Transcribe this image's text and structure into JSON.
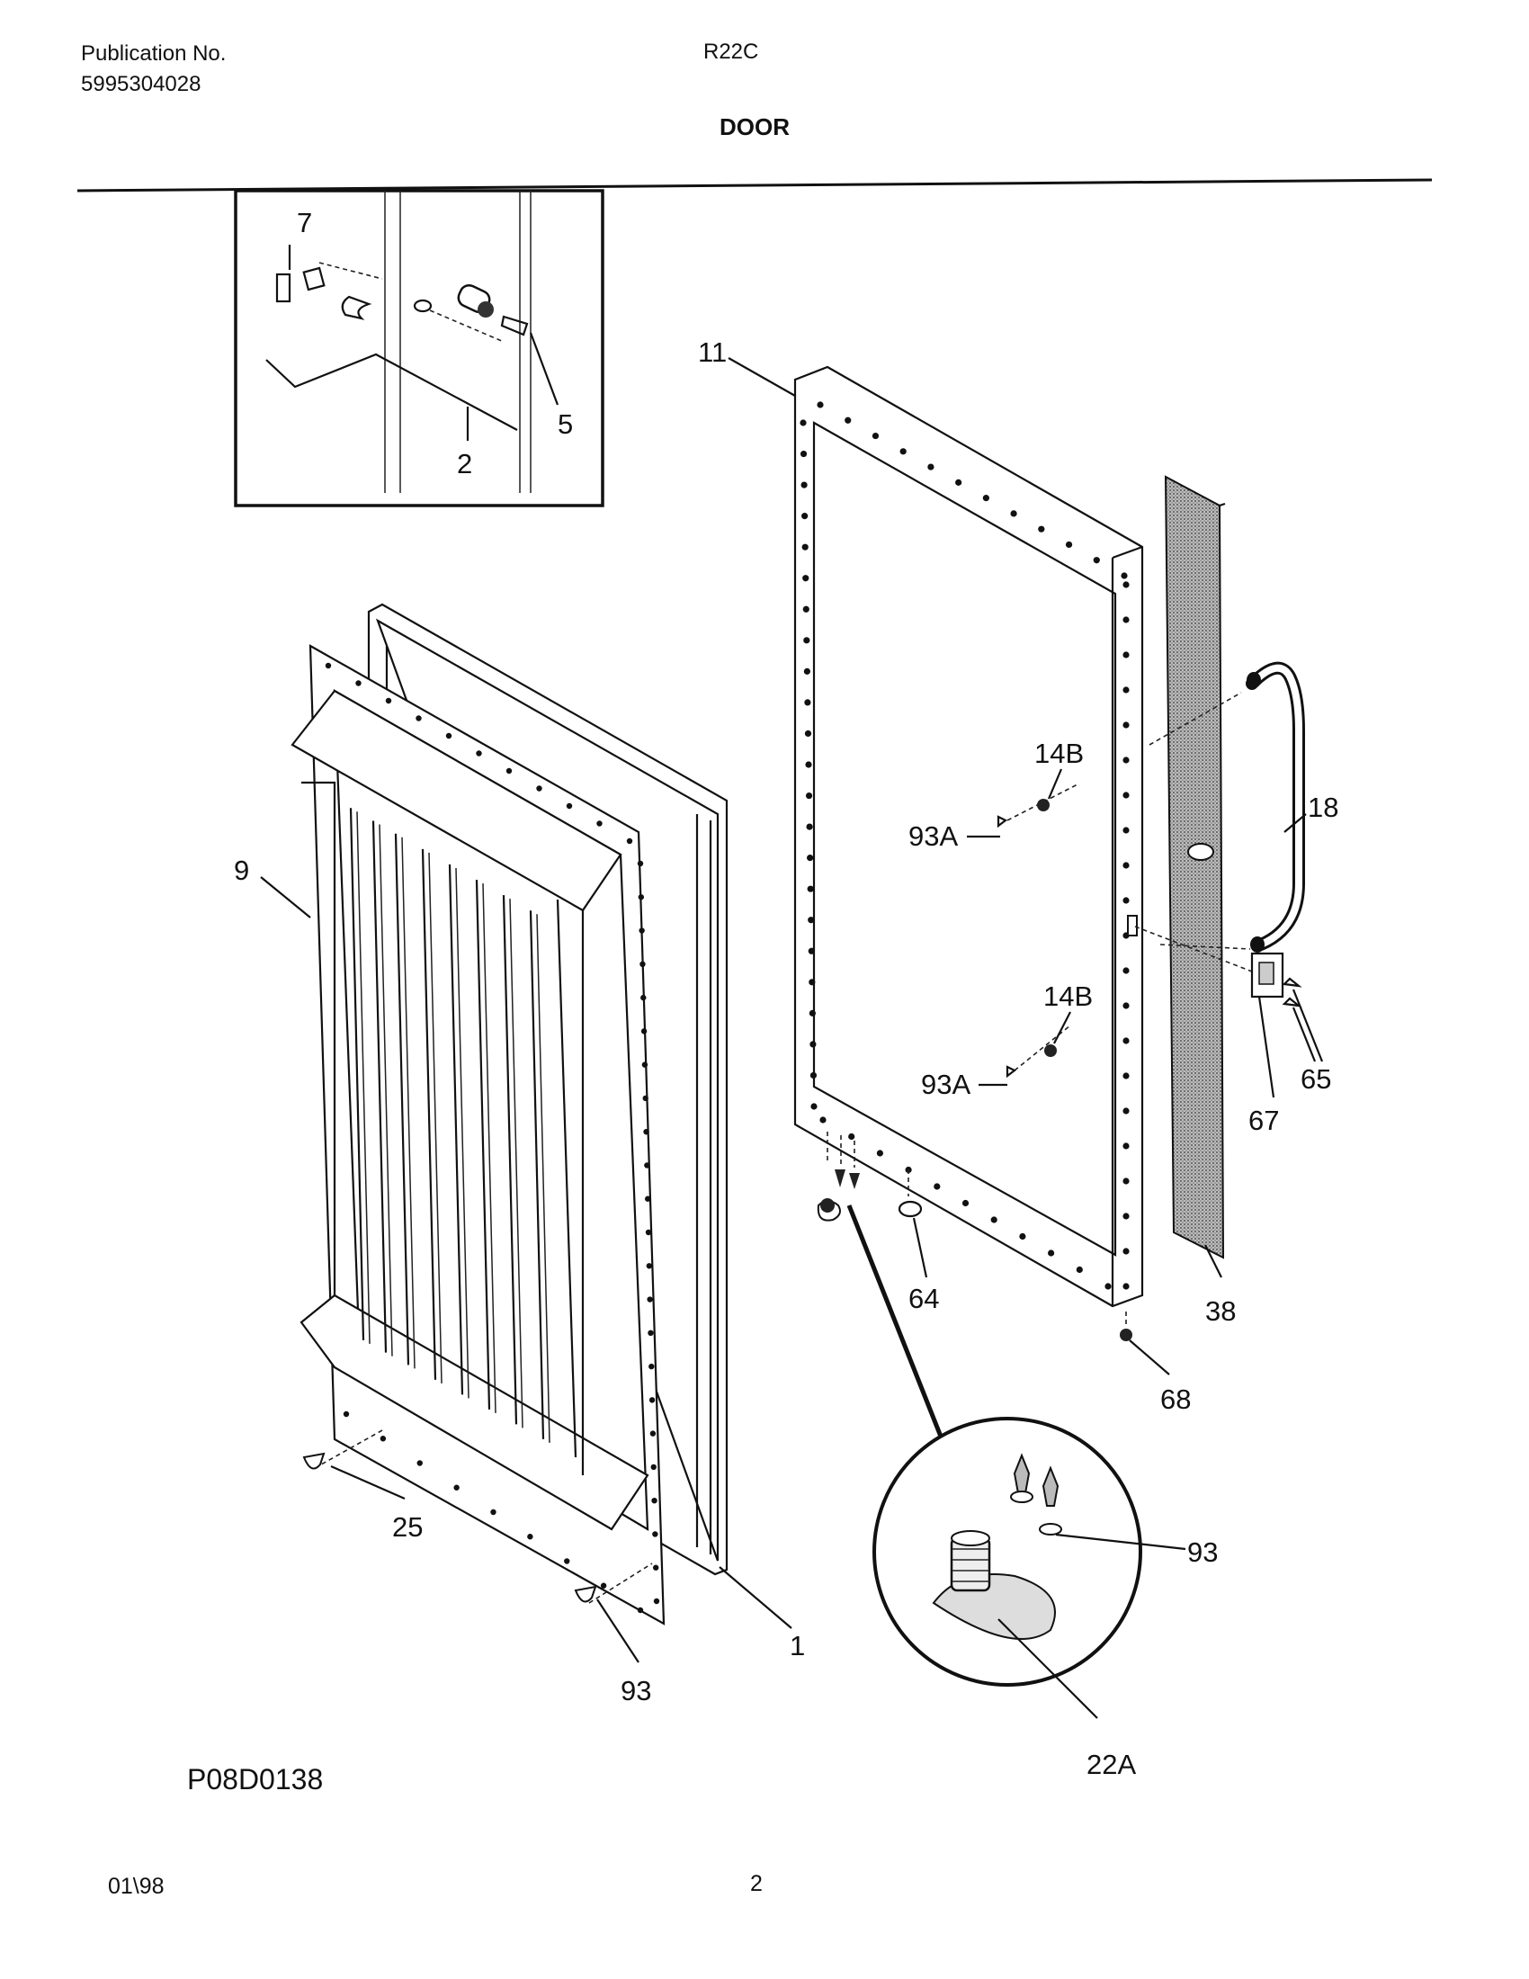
{
  "header": {
    "publication_label": "Publication No.",
    "publication_number": "5995304028",
    "model": "R22C",
    "section_title": "DOOR"
  },
  "figure": {
    "drawing_code": "P08D0138",
    "callouts": {
      "c7": "7",
      "c5": "5",
      "c2": "2",
      "c11": "11",
      "c9": "9",
      "c14b_top": "14B",
      "c93a_top": "93A",
      "c18": "18",
      "c14b_bottom": "14B",
      "c93a_bottom": "93A",
      "c65": "65",
      "c67": "67",
      "c64": "64",
      "c38": "38",
      "c68": "68",
      "c25": "25",
      "c93_detail": "93",
      "c1": "1",
      "c93_bottom": "93",
      "c22a": "22A"
    }
  },
  "footer": {
    "date": "01\\98",
    "page_number": "2"
  }
}
